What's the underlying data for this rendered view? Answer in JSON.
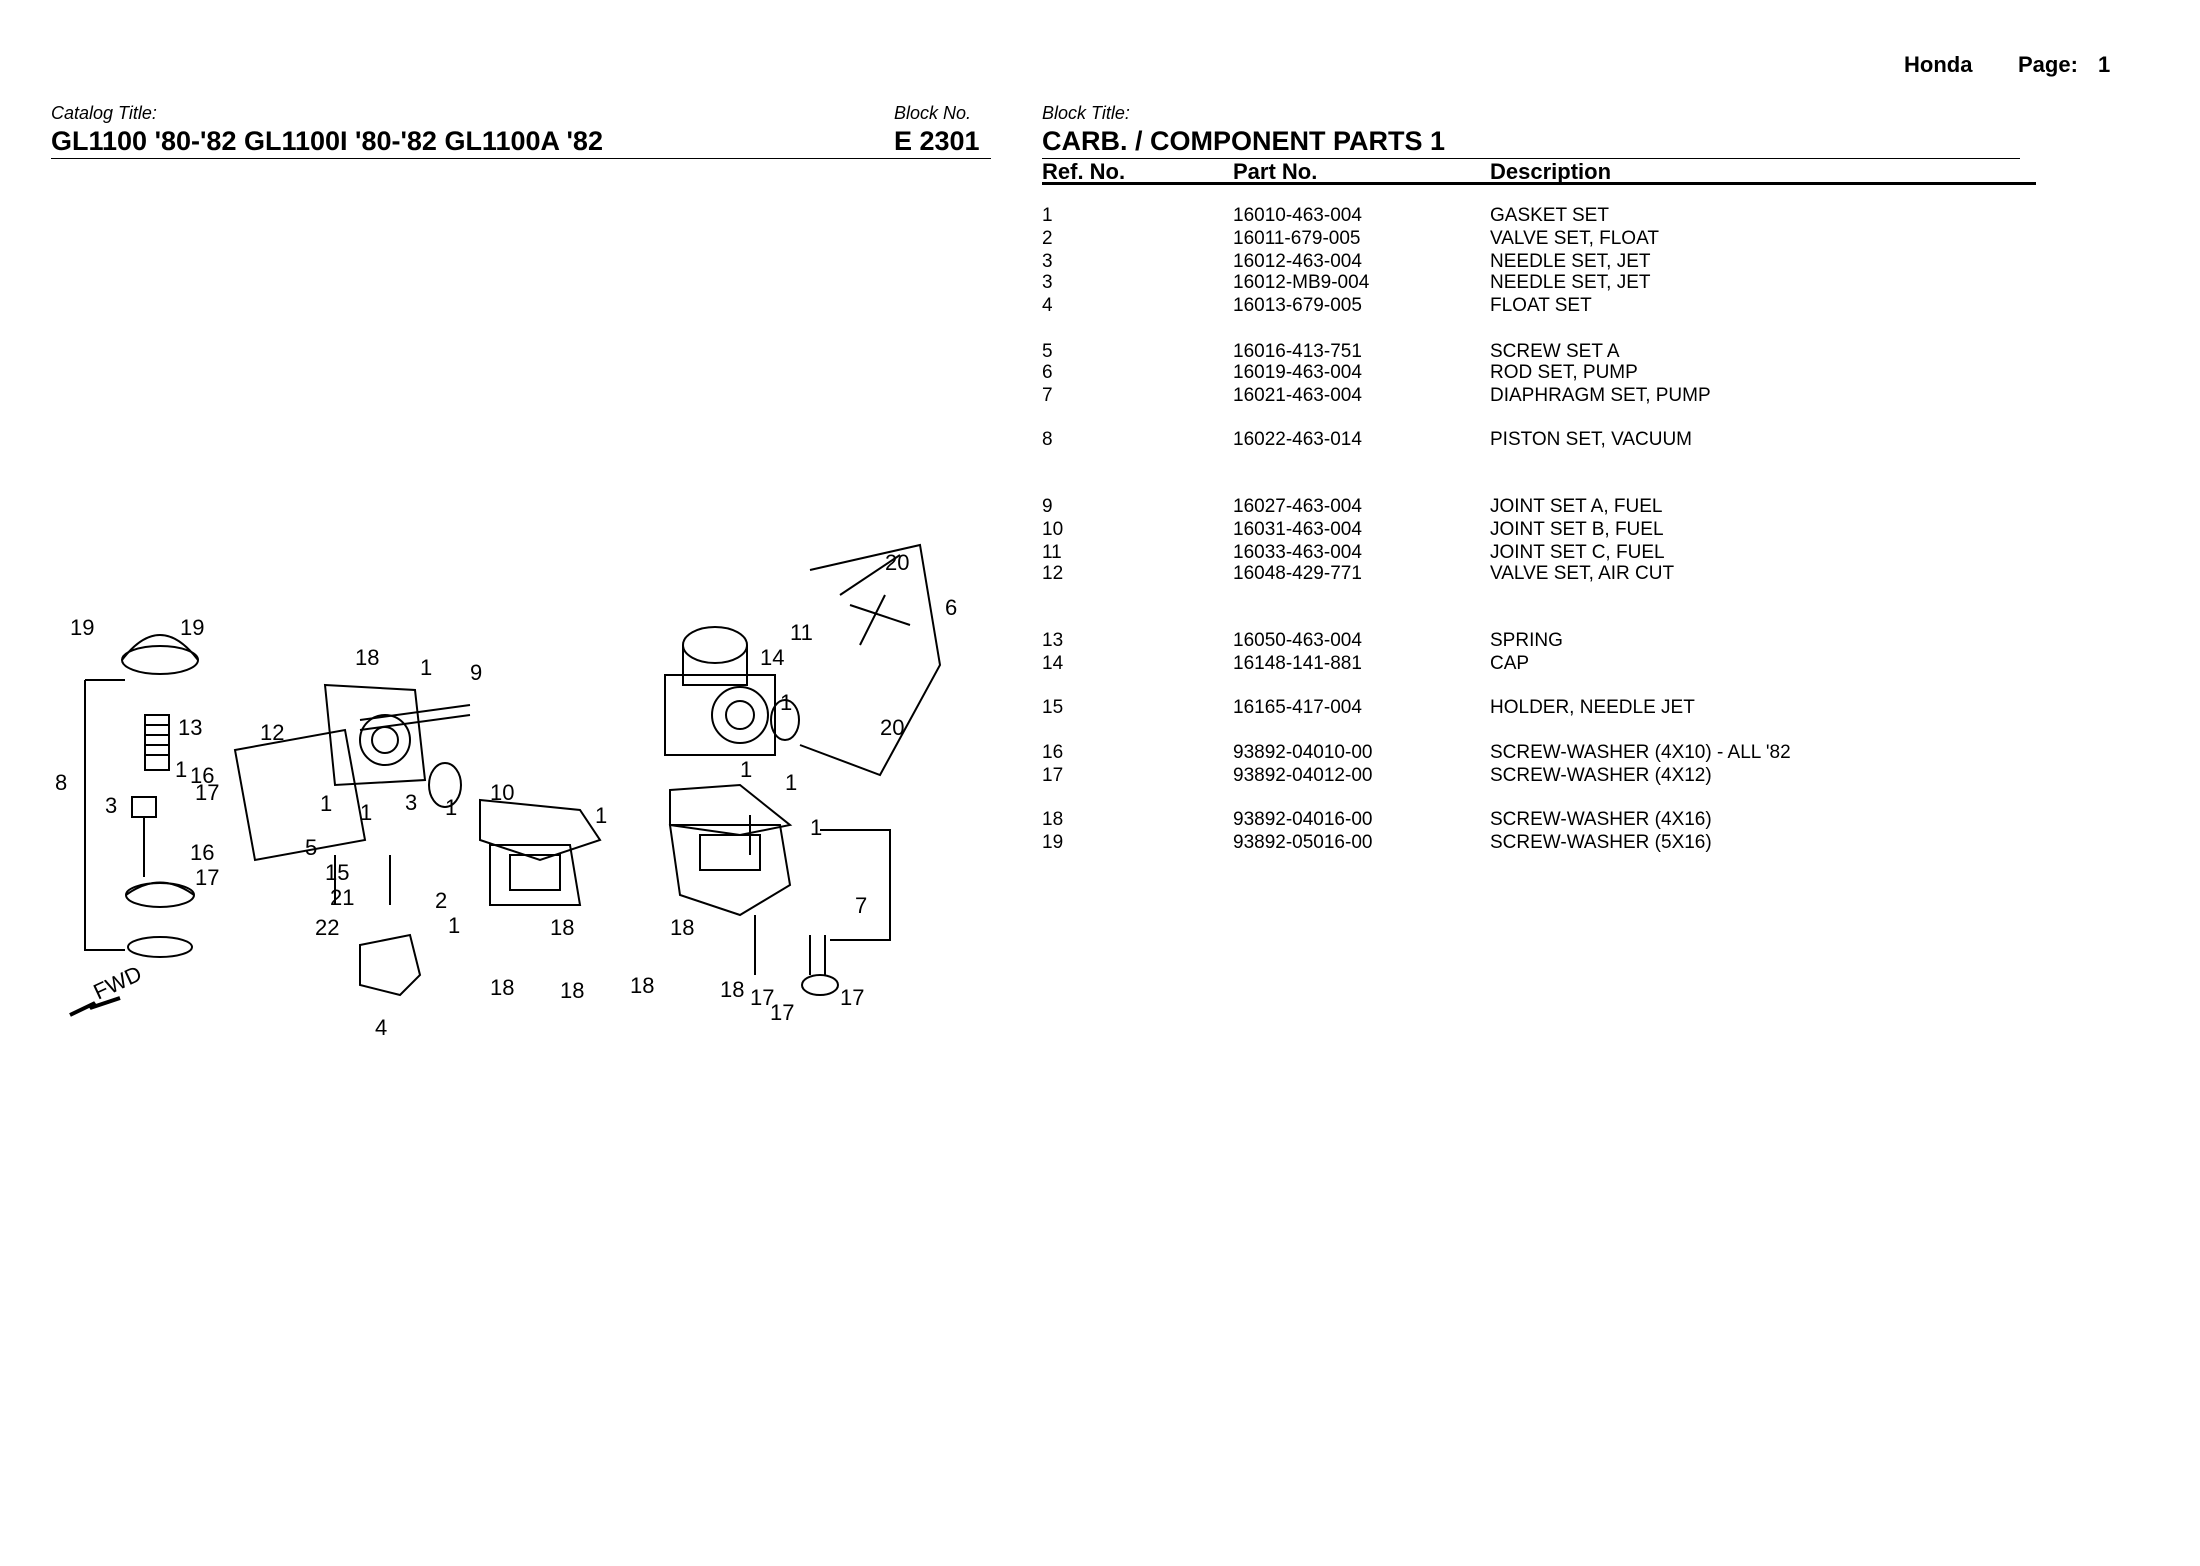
{
  "header": {
    "brand": "Honda",
    "page_label": "Page:",
    "page_number": "1"
  },
  "catalog": {
    "label": "Catalog Title:",
    "title": "GL1100 '80-'82 GL1100I '80-'82 GL1100A '82"
  },
  "block_no": {
    "label": "Block No.",
    "value": "E 2301"
  },
  "block_title": {
    "label": "Block Title:",
    "value": "CARB. / COMPONENT PARTS 1"
  },
  "table": {
    "columns": [
      "Ref. No.",
      "Part No.",
      "Description"
    ],
    "rows": [
      {
        "ref": "1",
        "part": "16010-463-004",
        "desc": "GASKET SET"
      },
      {
        "ref": "2",
        "part": "16011-679-005",
        "desc": "VALVE SET, FLOAT"
      },
      {
        "ref": "3",
        "part": "16012-463-004",
        "desc": "NEEDLE SET, JET"
      },
      {
        "ref": "3",
        "part": "16012-MB9-004",
        "desc": "NEEDLE SET, JET"
      },
      {
        "ref": "4",
        "part": "16013-679-005",
        "desc": "FLOAT SET"
      },
      {
        "ref": "5",
        "part": "16016-413-751",
        "desc": "SCREW SET A"
      },
      {
        "ref": "6",
        "part": "16019-463-004",
        "desc": "ROD SET, PUMP"
      },
      {
        "ref": "7",
        "part": "16021-463-004",
        "desc": "DIAPHRAGM SET, PUMP"
      },
      {
        "ref": "8",
        "part": "16022-463-014",
        "desc": "PISTON SET, VACUUM"
      },
      {
        "ref": "9",
        "part": "16027-463-004",
        "desc": "JOINT SET A, FUEL"
      },
      {
        "ref": "10",
        "part": "16031-463-004",
        "desc": "JOINT SET B, FUEL"
      },
      {
        "ref": "11",
        "part": "16033-463-004",
        "desc": "JOINT SET C, FUEL"
      },
      {
        "ref": "12",
        "part": "16048-429-771",
        "desc": "VALVE SET, AIR CUT"
      },
      {
        "ref": "13",
        "part": "16050-463-004",
        "desc": "SPRING"
      },
      {
        "ref": "14",
        "part": "16148-141-881",
        "desc": "CAP"
      },
      {
        "ref": "15",
        "part": "16165-417-004",
        "desc": "HOLDER, NEEDLE JET"
      },
      {
        "ref": "16",
        "part": "93892-04010-00",
        "desc": "SCREW-WASHER (4X10)  - ALL '82"
      },
      {
        "ref": "17",
        "part": "93892-04012-00",
        "desc": "SCREW-WASHER (4X12)"
      },
      {
        "ref": "18",
        "part": "93892-04016-00",
        "desc": "SCREW-WASHER (4X16)"
      },
      {
        "ref": "19",
        "part": "93892-05016-00",
        "desc": "SCREW-WASHER (5X16)"
      }
    ]
  },
  "diagram": {
    "fwd": "FWD",
    "callouts": [
      "19",
      "19",
      "18",
      "1",
      "9",
      "13",
      "12",
      "1",
      "16",
      "17",
      "8",
      "3",
      "1",
      "1",
      "3",
      "1",
      "10",
      "1",
      "5",
      "16",
      "17",
      "15",
      "21",
      "2",
      "1",
      "22",
      "18",
      "4",
      "18",
      "18",
      "14",
      "11",
      "20",
      "6",
      "1",
      "20",
      "1",
      "1",
      "1",
      "7",
      "18",
      "18",
      "18",
      "17",
      "17",
      "17"
    ]
  }
}
